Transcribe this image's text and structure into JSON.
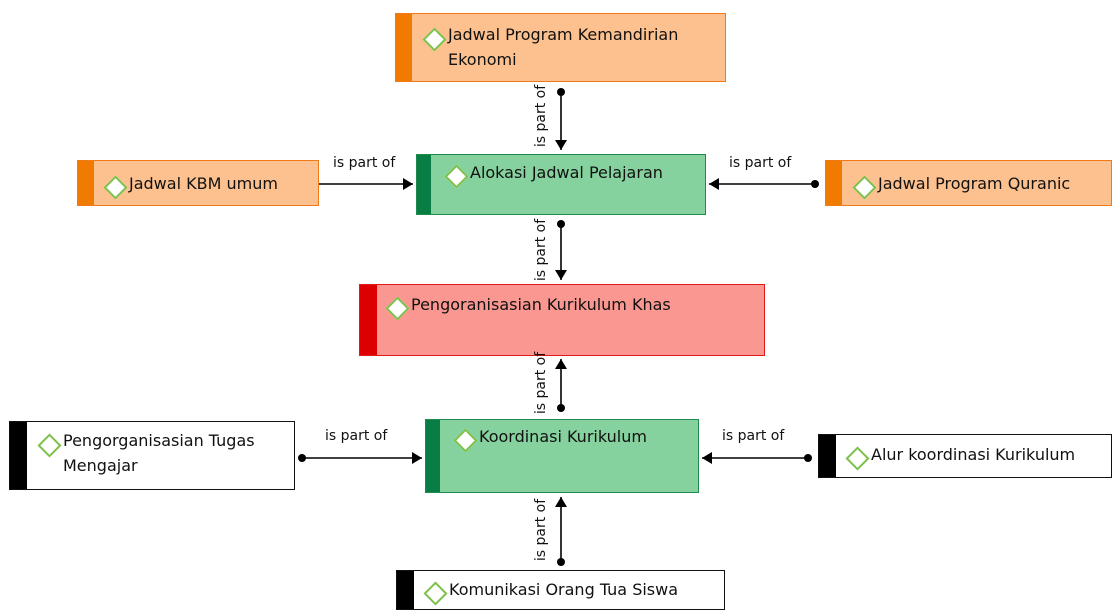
{
  "nodes": [
    {
      "id": "jadwal-program-kemandirian-ekonomi",
      "text": "Jadwal Program Kemandirian\nEkonomi",
      "style": "orange"
    },
    {
      "id": "jadwal-kbm-umum",
      "text": "Jadwal KBM umum",
      "style": "orange"
    },
    {
      "id": "alokasi-jadwal-pelajaran",
      "text": "Alokasi Jadwal Pelajaran",
      "style": "green"
    },
    {
      "id": "jadwal-program-quranic",
      "text": "Jadwal Program Quranic",
      "style": "orange"
    },
    {
      "id": "pengoranisasian-kurikulum-khas",
      "text": "Pengoranisasian Kurikulum Khas",
      "style": "red"
    },
    {
      "id": "pengorganisasian-tugas-mengajar",
      "text": "Pengorganisasian Tugas\nMengajar",
      "style": "white"
    },
    {
      "id": "koordinasi-kurikulum",
      "text": "Koordinasi Kurikulum",
      "style": "green"
    },
    {
      "id": "alur-koordinasi-kurikulum",
      "text": "Alur koordinasi Kurikulum",
      "style": "white"
    },
    {
      "id": "komunikasi-orang-tua-siswa",
      "text": "Komunikasi Orang Tua Siswa",
      "style": "white"
    }
  ],
  "edges": [
    {
      "from": "jadwal-program-kemandirian-ekonomi",
      "to": "alokasi-jadwal-pelajaran",
      "label": "is part of"
    },
    {
      "from": "jadwal-kbm-umum",
      "to": "alokasi-jadwal-pelajaran",
      "label": "is part of"
    },
    {
      "from": "jadwal-program-quranic",
      "to": "alokasi-jadwal-pelajaran",
      "label": "is part of"
    },
    {
      "from": "alokasi-jadwal-pelajaran",
      "to": "pengoranisasian-kurikulum-khas",
      "label": "is part of"
    },
    {
      "from": "koordinasi-kurikulum",
      "to": "pengoranisasian-kurikulum-khas",
      "label": "is part of"
    },
    {
      "from": "pengorganisasian-tugas-mengajar",
      "to": "koordinasi-kurikulum",
      "label": "is part of"
    },
    {
      "from": "alur-koordinasi-kurikulum",
      "to": "koordinasi-kurikulum",
      "label": "is part of"
    },
    {
      "from": "komunikasi-orang-tua-siswa",
      "to": "koordinasi-kurikulum",
      "label": "is part of"
    }
  ],
  "colors": {
    "orange_fill": "#fcc18e",
    "orange_bar": "#f07b00",
    "green_fill": "#86d29e",
    "green_bar": "#087e45",
    "red_fill": "#fa9791",
    "red_bar": "#dc0000",
    "white_fill": "#ffffff",
    "white_bar": "#000000",
    "icon_outline": "#7dc04b",
    "edge": "#000000"
  },
  "icons": {
    "node": "diamond-icon"
  }
}
